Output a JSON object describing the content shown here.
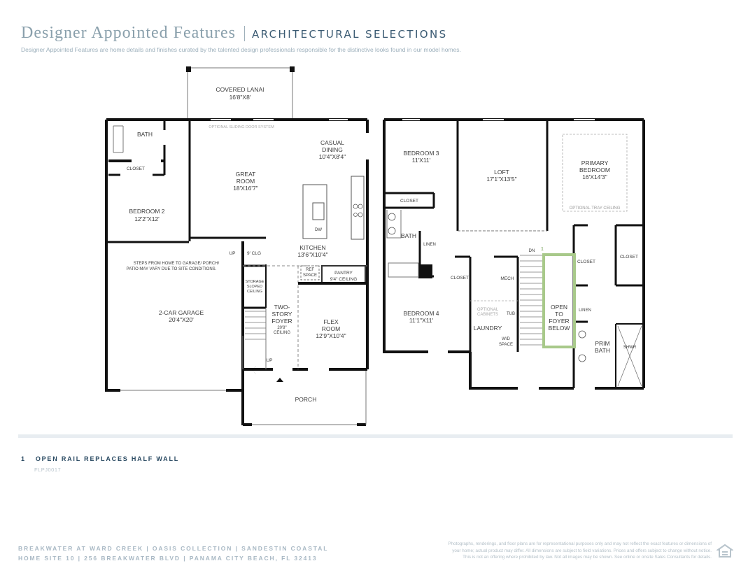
{
  "header": {
    "title": "Designer Appointed Features",
    "section": "ARCHITECTURAL SELECTIONS",
    "subtitle": "Designer Appointed Features are home details and finishes curated by the talented design professionals responsible for the distinctive looks found in our model homes."
  },
  "first_floor": {
    "rooms": {
      "covered_lanai": {
        "name": "COVERED LANAI",
        "dim": "16'8\"X8'"
      },
      "sliding_door": "OPTIONAL SLIDING DOOR SYSTEM",
      "bath": "BATH",
      "closet": "CLOSET",
      "bedroom2": {
        "name": "BEDROOM 2",
        "dim": "12'2\"X12'"
      },
      "great_room": {
        "name1": "GREAT",
        "name2": "ROOM",
        "dim": "18'X16'7\""
      },
      "casual_dining": {
        "name1": "CASUAL",
        "name2": "DINING",
        "dim": "10'4\"X8'4\""
      },
      "dw": "DW",
      "kitchen": {
        "name": "KITCHEN",
        "dim": "13'6\"X10'4\""
      },
      "up_clg": "UP",
      "clg": "9' CLG",
      "steps_note1": "STEPS FROM HOME TO GARAGE/ PORCH/",
      "steps_note2": "PATIO MAY VARY DUE TO SITE CONDITIONS.",
      "ref_space1": "REF",
      "ref_space2": "SPACE",
      "pantry": {
        "name": "PANTRY",
        "dim": "9'4\" CEILING"
      },
      "storage": [
        "STORAGE",
        "SLOPED",
        "CEILING"
      ],
      "garage": {
        "name": "2-CAR GARAGE",
        "dim": "20'4\"X20'"
      },
      "foyer": [
        "TWO-",
        "STORY",
        "FOYER",
        "20'8\"",
        "CEILING"
      ],
      "flex_room": {
        "name1": "FLEX",
        "name2": "ROOM",
        "dim": "12'9\"X10'4\""
      },
      "up": "UP",
      "porch": "PORCH"
    }
  },
  "second_floor": {
    "rooms": {
      "bedroom3": {
        "name": "BEDROOM 3",
        "dim": "11'X11'"
      },
      "loft": {
        "name": "LOFT",
        "dim": "17'1\"X13'5\""
      },
      "primary_bedroom": {
        "name1": "PRIMARY",
        "name2": "BEDROOM",
        "dim": "16'X14'3\""
      },
      "tray_ceiling": "OPTIONAL TRAY CEILING",
      "closet": "CLOSET",
      "bath": "BATH",
      "linen": "LINEN",
      "dn": "DN",
      "callout": "1",
      "open_foyer": [
        "OPEN",
        "TO",
        "FOYER",
        "BELOW"
      ],
      "closet2": "CLOSET",
      "closet3": "CLOSET",
      "mech": "MECH",
      "closet4": "CLOSET",
      "bedroom4": {
        "name": "BEDROOM 4",
        "dim": "11'1\"X11'"
      },
      "optional_cabinets": [
        "OPTIONAL",
        "CABINETS"
      ],
      "tub": "TUB",
      "laundry": "LAUNDRY",
      "wd_space": [
        "W/D",
        "SPACE"
      ],
      "linen2": "LINEN",
      "prim_bath": [
        "PRIM",
        "BATH"
      ],
      "shwr": "SHWR"
    },
    "highlight_color": "#a8c98a"
  },
  "selections": [
    {
      "number": "1",
      "label": "OPEN RAIL REPLACES HALF WALL",
      "code": "FLPJ0017"
    }
  ],
  "footer": {
    "line1": "BREAKWATER AT WARD CREEK  | OASIS COLLECTION  |  SANDESTIN COASTAL",
    "line2": "HOME SITE 10  |  256 BREAKWATER BLVD  |  PANAMA CITY BEACH, FL 32413",
    "disclaimer1": "Photographs, renderings, and floor plans are for representational purposes only and may not reflect the exact features or dimensions of",
    "disclaimer2": "your home; actual product may differ. All dimensions are subject to field variations. Prices and offers subject to change without notice.",
    "disclaimer3": "This is not an offering where prohibited by law. Not all images may be shown. See online or onsite Sales Consultants for details.",
    "eho_icon": "equal-housing-opportunity-icon"
  }
}
